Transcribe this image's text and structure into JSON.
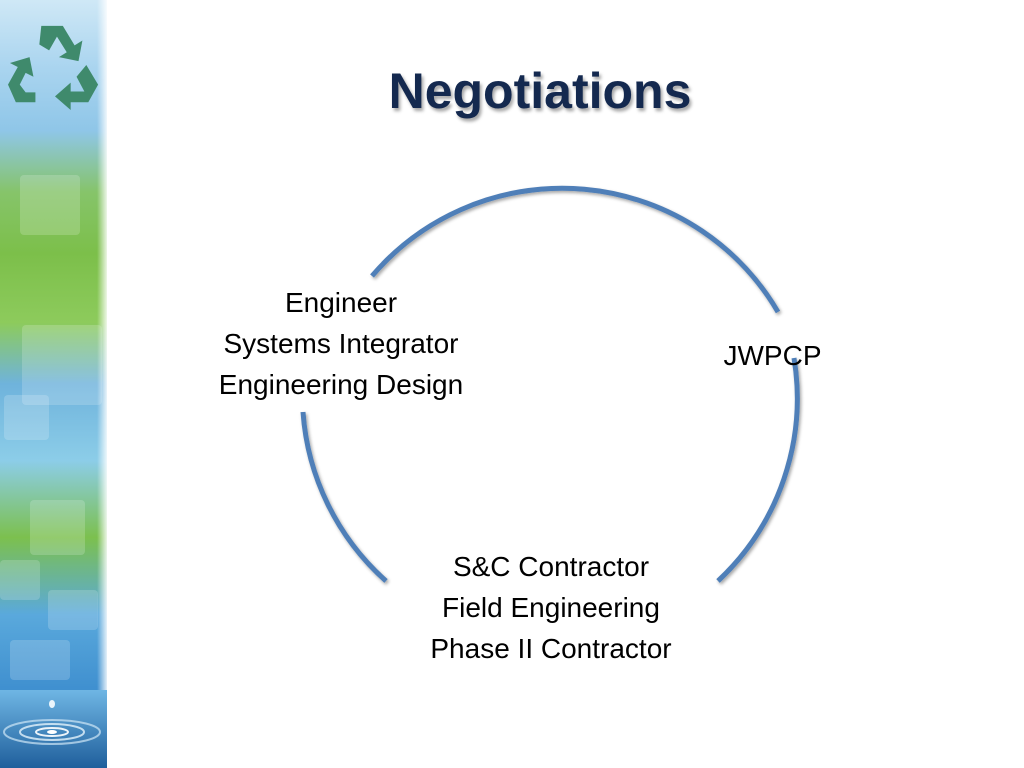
{
  "slide": {
    "title": "Negotiations"
  },
  "diagram": {
    "nodes": [
      {
        "lines": [
          "Engineer",
          "Systems Integrator",
          "Engineering Design"
        ]
      },
      {
        "lines": [
          "JWPCP"
        ]
      },
      {
        "lines": [
          "S&C Contractor",
          "Field Engineering",
          "Phase II Contractor"
        ]
      }
    ],
    "ring_color": "#4f7fb8"
  },
  "decor": {
    "logo_icon": "recycle-icon",
    "bottom_icon": "water-ripple-icon"
  }
}
